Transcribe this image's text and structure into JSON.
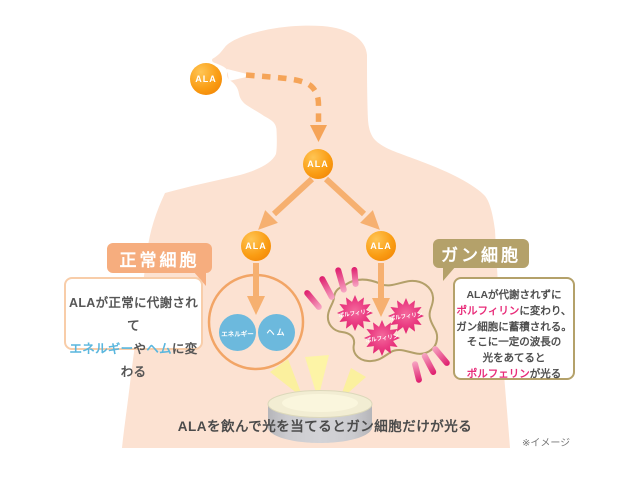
{
  "labels": {
    "ala": "ALA",
    "normal_cell": "正常細胞",
    "cancer_cell": "ガン細胞"
  },
  "normal_cell": {
    "energy": "エネルギー",
    "heme": "ヘム"
  },
  "cancer_cell": {
    "porphyrin_burst": "ポルフィリン"
  },
  "left_box": {
    "line1": "ALAが正常に代謝されて",
    "energy": "エネルギー",
    "ya": "や",
    "heme": "ヘム",
    "tail": "に変わる"
  },
  "right_box": {
    "l1": "ALAが代謝されずに",
    "l2_hl": "ポルフィリン",
    "l2": "に変わり、",
    "l3": "ガン細胞に蓄積される。",
    "l4": "そこに一定の波長の",
    "l5": "光をあてると",
    "l6_hl": "ポルフェリン",
    "l6": "が光る"
  },
  "caption": "ALAを飲んで光を当てるとガン細胞だけが光る",
  "note": "※イメージ",
  "colors": {
    "body": "#fce2d2",
    "arrow_orange": "#f6b070",
    "normal_label": "#f6ad7e",
    "cancer_label": "#b4a16a",
    "cell_blue": "#6cb9dd",
    "magenta": "#e82d7a",
    "keyword_blue": "#5bb7de",
    "beam_yellow": "#fbf09e"
  }
}
